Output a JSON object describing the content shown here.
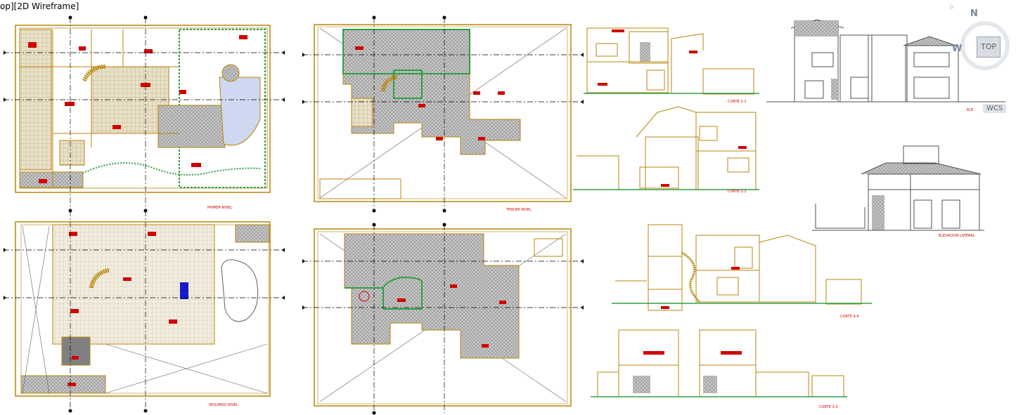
{
  "viewport": {
    "label": "op][2D Wireframe]"
  },
  "viewcube": {
    "north": "N",
    "west": "W",
    "face": "TOP",
    "wcs": "WCS"
  },
  "sheet_labels": {
    "primer": "PRIMER NIVEL",
    "tercer": "TERCER NIVEL",
    "segundo": "SEGUNDO NIVEL",
    "corte11": "CORTE 1-1",
    "corte22": "CORTE 2-2",
    "corte44": "CORTE 4-4",
    "corte33": "CORTE 3-3",
    "elevacion": "ELEVACION LATERAL",
    "front_elev": "ELE"
  },
  "colors": {
    "wall": "#b8860b",
    "annotation": "#d10000",
    "hatch": "#9a9a9a",
    "green": "#2ea043",
    "axis": "#000000"
  }
}
